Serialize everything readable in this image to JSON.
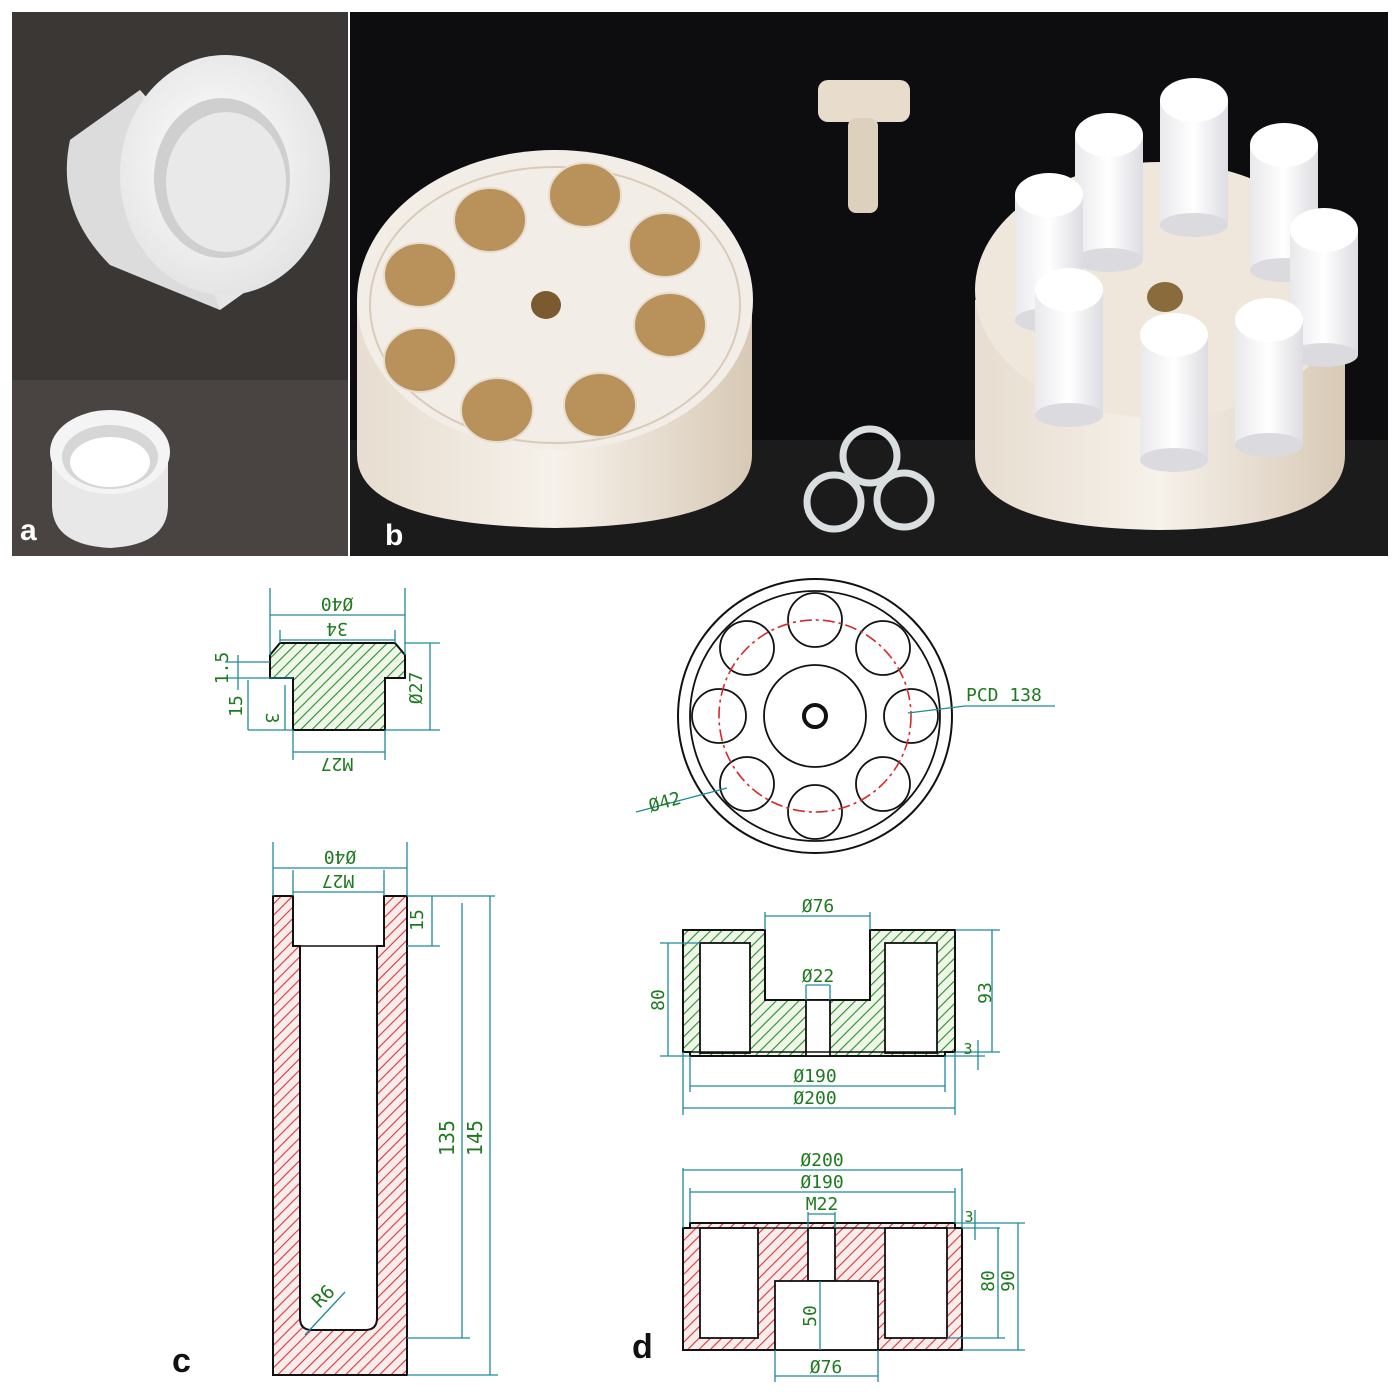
{
  "panels": {
    "a": "a",
    "b": "b",
    "c": "c",
    "d": "d"
  },
  "colors": {
    "ceramic": "#f1ece6",
    "ceramic_shadow": "#d9cbb9",
    "hole": "#b9915a",
    "photo_bg_a": "#3a3634",
    "photo_bg_b": "#0c0c0e",
    "green_hatch": "#2e8b2e",
    "red_hatch": "#d43a3a",
    "dim_line": "#1e8a9a",
    "dim_text": "#1f7a1f",
    "center_line": "#d42a2a"
  },
  "drawing_c_cap": {
    "d_outer": "Ø40",
    "d_flange": "34",
    "d_thread": "M27",
    "d_side": "Ø27",
    "h_flange": "1.5",
    "h_total": "15",
    "h_step": "3"
  },
  "drawing_c_tube": {
    "d_outer": "Ø40",
    "d_thread": "M27",
    "h_thread": "15",
    "h_inner": "135",
    "h_total": "145",
    "radius": "R6"
  },
  "drawing_d_top": {
    "pcd": "PCD 138",
    "hole_d": "Ø42"
  },
  "drawing_d_upper": {
    "d_recess": "Ø76",
    "d_center": "Ø22",
    "h_left": "80",
    "h_right": "93",
    "h_step": "3",
    "d_inner": "Ø190",
    "d_outer": "Ø200"
  },
  "drawing_d_lower": {
    "d_outer": "Ø200",
    "d_inner": "Ø190",
    "d_thread": "M22",
    "h_step": "3",
    "h_mid": "80",
    "h_total": "90",
    "h_recess": "50",
    "d_recess": "Ø76"
  }
}
